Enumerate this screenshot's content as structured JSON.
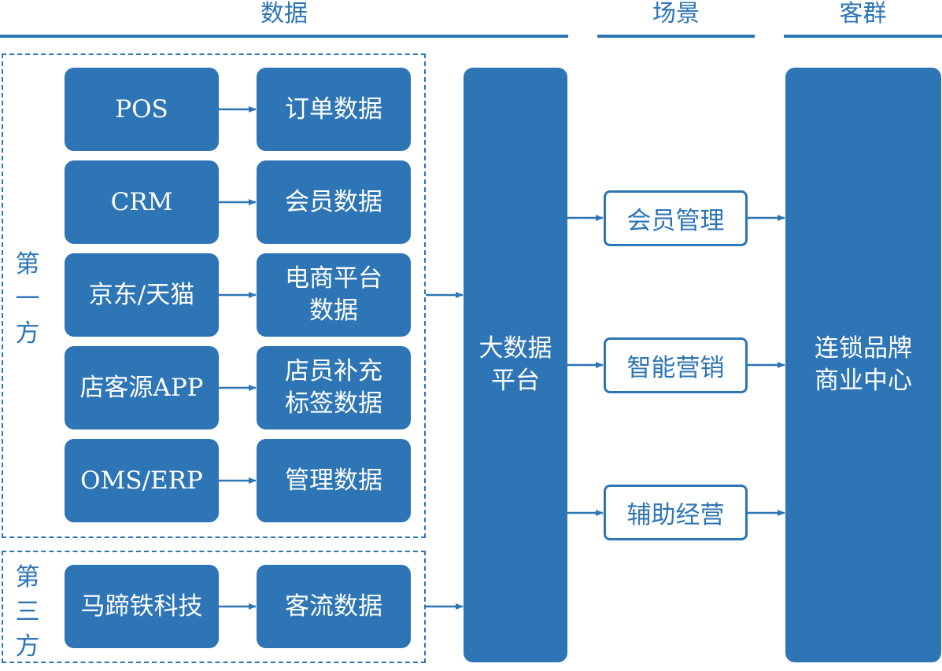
{
  "headers": {
    "data": "数据",
    "scenario": "场景",
    "customer": "客群"
  },
  "groups": {
    "first_party": {
      "label_chars": [
        "第",
        "一",
        "方"
      ],
      "rows": [
        {
          "source": "POS",
          "output": "订单数据"
        },
        {
          "source": "CRM",
          "output": "会员数据"
        },
        {
          "source": "京东/天猫",
          "output_lines": [
            "电商平台",
            "数据"
          ]
        },
        {
          "source": "店客源APP",
          "output_lines": [
            "店员补充",
            "标签数据"
          ]
        },
        {
          "source": "OMS/ERP",
          "output": "管理数据"
        }
      ]
    },
    "third_party": {
      "label_chars": [
        "第",
        "三",
        "方"
      ],
      "rows": [
        {
          "source": "马蹄铁科技",
          "output": "客流数据"
        }
      ]
    }
  },
  "platform": {
    "lines": [
      "大数据",
      "平台"
    ]
  },
  "scenarios": [
    "会员管理",
    "智能营销",
    "辅助经营"
  ],
  "target": {
    "lines": [
      "连锁品牌",
      "商业中心"
    ]
  },
  "colors": {
    "accent": "#2e75b6",
    "background": "#ffffff",
    "box_text": "#ffffff"
  }
}
